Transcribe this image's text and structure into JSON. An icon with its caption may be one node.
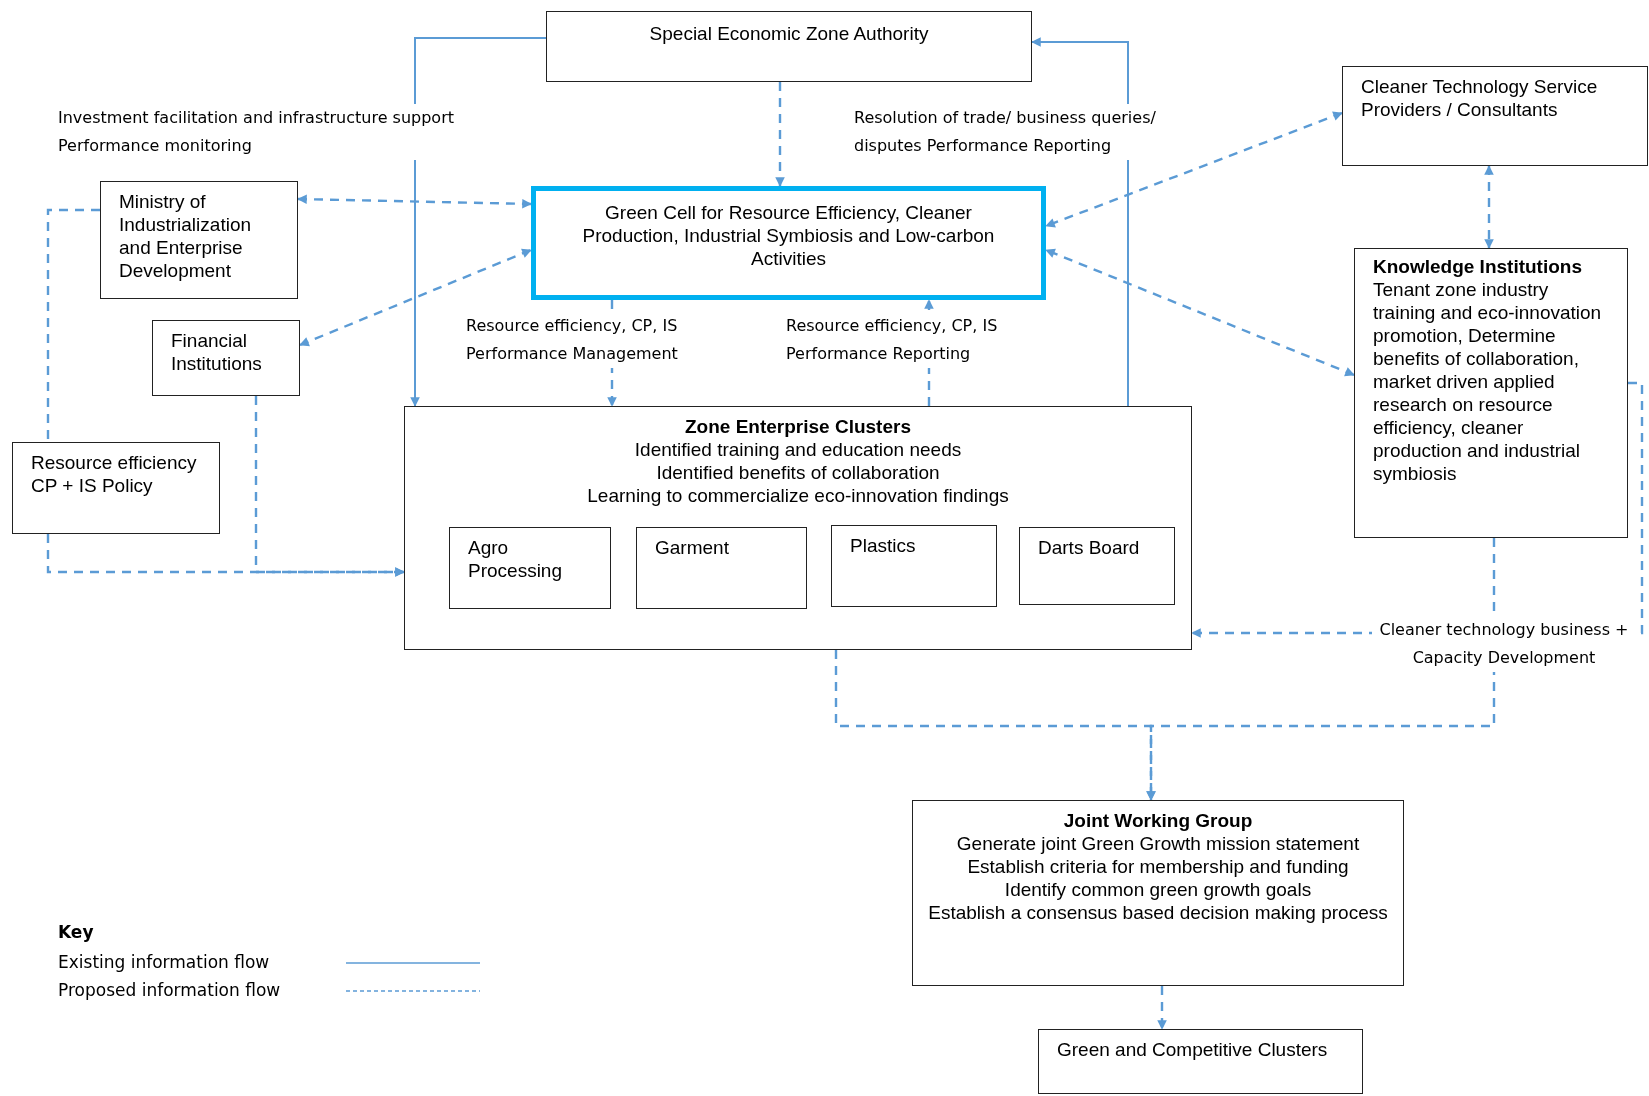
{
  "diagram": {
    "nodes": [
      {
        "text": [
          "Special Economic Zone Authority"
        ]
      },
      {
        "text": [
          "Cleaner Technology Service Providers / Consultants"
        ]
      },
      {
        "text": [
          "Ministry of Industrialization and Enterprise Development"
        ]
      },
      {
        "text": [
          "Green Cell for Resource Efficiency, Cleaner Production, Industrial Symbiosis and Low-carbon Activities"
        ]
      },
      {
        "text": [
          "Knowledge Institutions",
          "Tenant zone industry training and eco-innovation promotion, Determine benefits of collaboration, market driven applied research on resource efficiency, cleaner production and industrial symbiosis"
        ]
      },
      {
        "text": [
          "Financial Institutions"
        ]
      },
      {
        "text": [
          "Resource efficiency CP + IS Policy"
        ]
      },
      {
        "text": [
          "Zone Enterprise Clusters",
          "Identified training and education needs",
          "Identified benefits of collaboration",
          "Learning to commercialize eco-innovation findings"
        ]
      },
      {
        "text": [
          "Agro Processing"
        ],
        "in": 7
      },
      {
        "text": [
          "Garment"
        ],
        "in": 7
      },
      {
        "text": [
          "Plastics"
        ],
        "in": 7
      },
      {
        "text": [
          "Darts Board"
        ],
        "in": 7
      },
      {
        "text": [
          "Joint Working Group",
          "Generate joint Green Growth mission statement",
          "Establish criteria for membership and funding",
          "Identify common green growth goals",
          "Establish a consensus based decision making process"
        ]
      },
      {
        "text": [
          "Green and Competitive Clusters"
        ]
      }
    ],
    "edges": [
      {
        "from": 0,
        "to": 7,
        "arrow": "to",
        "label": "Investment facilitation and infrastructure support Performance monitoring"
      },
      {
        "from": 7,
        "to": 0,
        "arrow": "to",
        "label": "Resolution of trade/ business queries/ disputes Performance Reporting"
      },
      {
        "from": 0,
        "to": 3,
        "arrow": "to",
        "style": "dashed"
      },
      {
        "from": 2,
        "to": 3,
        "arrow": "both",
        "style": "dashed"
      },
      {
        "from": 5,
        "to": 3,
        "arrow": "both",
        "style": "dashed"
      },
      {
        "from": 1,
        "to": 3,
        "arrow": "both",
        "style": "dashed"
      },
      {
        "from": 4,
        "to": 3,
        "arrow": "both",
        "style": "dashed"
      },
      {
        "from": 1,
        "to": 4,
        "arrow": "both",
        "style": "dashed"
      },
      {
        "from": 3,
        "to": 7,
        "arrow": "to",
        "style": "dashed",
        "label": "Resource efficiency, CP, IS Performance Management"
      },
      {
        "from": 7,
        "to": 3,
        "arrow": "to",
        "style": "dashed",
        "label": "Resource efficiency, CP, IS Performance Reporting"
      },
      {
        "from": 2,
        "to": 6,
        "arrow": "none",
        "style": "dashed"
      },
      {
        "from": 6,
        "to": 7,
        "arrow": "to",
        "style": "dashed"
      },
      {
        "from": 5,
        "to": 7,
        "arrow": "to",
        "style": "dashed"
      },
      {
        "from": 4,
        "to": 7,
        "arrow": "to",
        "style": "dashed",
        "label": "Cleaner technology business + Capacity Development"
      },
      {
        "from": 7,
        "to": 12,
        "arrow": "to",
        "style": "dashed"
      },
      {
        "from": 4,
        "to": 12,
        "arrow": "to",
        "style": "dashed"
      },
      {
        "from": 12,
        "to": 13,
        "arrow": "to",
        "style": "dashed"
      }
    ],
    "labels": [
      "Key"
    ],
    "legend": [
      {
        "text": "Existing information flow"
      },
      {
        "text": "Proposed information flow"
      }
    ]
  }
}
